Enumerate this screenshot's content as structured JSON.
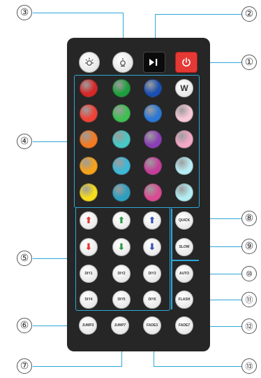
{
  "callouts": [
    {
      "id": 1,
      "label": "①"
    },
    {
      "id": 2,
      "label": "②"
    },
    {
      "id": 3,
      "label": "③"
    },
    {
      "id": 4,
      "label": "④"
    },
    {
      "id": 5,
      "label": "⑤"
    },
    {
      "id": 6,
      "label": "⑥"
    },
    {
      "id": 7,
      "label": "⑦"
    },
    {
      "id": 8,
      "label": "⑧"
    },
    {
      "id": 9,
      "label": "⑨"
    },
    {
      "id": 10,
      "label": "⑩"
    },
    {
      "id": 11,
      "label": "⑪"
    },
    {
      "id": 12,
      "label": "⑫"
    },
    {
      "id": 13,
      "label": "⑬"
    }
  ],
  "remote": {
    "top_buttons": {
      "brightness_up_icon": "brightness-up-icon",
      "brightness_down_icon": "brightness-down-icon",
      "play_pause_icon": "play-pause-icon",
      "power_icon": "power-icon",
      "colors": {
        "power": "#e53935",
        "dark": "#111111",
        "white": "#f2f2f2"
      }
    },
    "color_grid": {
      "rows": [
        [
          "#d62828",
          "#1e9e3e",
          "#1c4fb0",
          "W"
        ],
        [
          "#ef4338",
          "#3fbf52",
          "#2b78d6",
          "#f7c8d8"
        ],
        [
          "#f47a22",
          "#48c9c4",
          "#8a3fb3",
          "#f3a9c6"
        ],
        [
          "#f6a21a",
          "#3fb8d8",
          "#c43f9a",
          "#b8ecf4"
        ],
        [
          "#f7dd1c",
          "#2f9fc0",
          "#d94b92",
          "#b3ecf2"
        ]
      ],
      "w_label": "W"
    },
    "diy_section": {
      "arrow_rows": [
        [
          {
            "dir": "up",
            "color": "#e53935"
          },
          {
            "dir": "up",
            "color": "#2e9e4a"
          },
          {
            "dir": "up",
            "color": "#3a54b8"
          }
        ],
        [
          {
            "dir": "down",
            "color": "#e53935"
          },
          {
            "dir": "down",
            "color": "#2e9e4a"
          },
          {
            "dir": "down",
            "color": "#3a54b8"
          }
        ]
      ],
      "diy_rows": [
        [
          "DIY1",
          "DIY2",
          "DIY3"
        ],
        [
          "DIY4",
          "DIY5",
          "DIY6"
        ]
      ],
      "side_buttons": [
        "QUICK",
        "SLOW",
        "AUTO",
        "FLASH"
      ],
      "bottom_buttons": [
        "JUMP3",
        "JUMP7",
        "FADE3",
        "FADE7"
      ]
    }
  }
}
